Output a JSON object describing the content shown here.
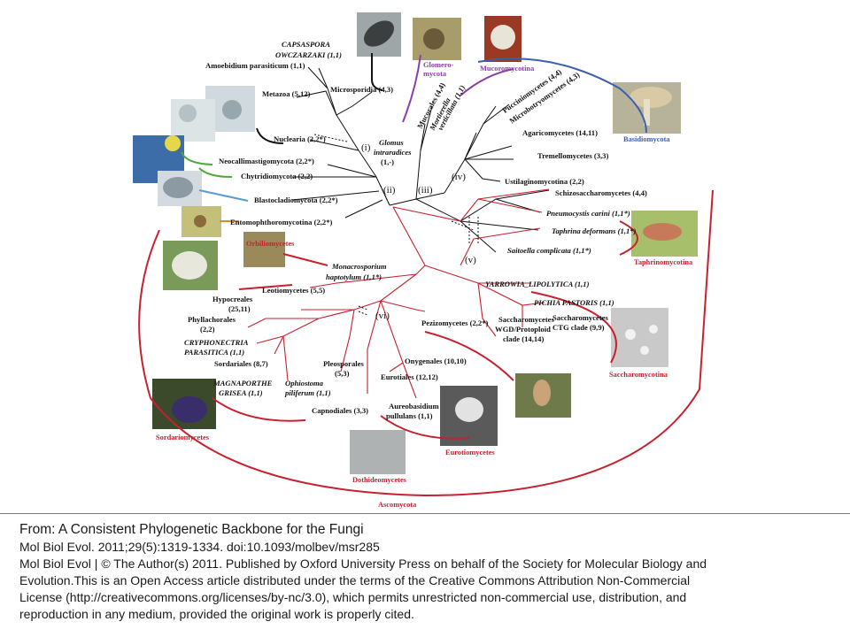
{
  "colors": {
    "ascomycota": "#c8202e",
    "basidiomycota": "#3a5fae",
    "mucoromycotina": "#8a3fa8",
    "glomeromycota": "#8a3fa8",
    "chytrid_green": "#4caa3a",
    "blastoclado_blue": "#5a9bd0",
    "entomo_orange": "#e08a2a",
    "black": "#111111"
  },
  "groups": {
    "glomeromycota": "Glomero-\nmycota",
    "mucoromycotina": "Mucoromycotina",
    "basidiomycota": "Basidiomycota",
    "taphrinomycotina": "Taphrinomycotina",
    "saccharomycotina": "Saccharomycotina",
    "orbiliomycetes": "Orbiliomycetes",
    "sordariomycetes": "Sordariomycetes",
    "dothideomycetes": "Dothideomycetes",
    "eurotiomycetes": "Eurotiomycetes",
    "ascomycota": "Ascomycota"
  },
  "taxa": {
    "capsaspora": "CAPSASPORA",
    "owczarzaki": "OWCZARZAKI (1,1)",
    "amoebidium": "Amoebidium parasiticum (1,1)",
    "metazoa": "Metazoa (5,12)",
    "microsporidia": "Microsporidia (4,3)",
    "nuclearia": "Nuclearia (2,2*)",
    "neocallimastigomycota": "Neocallimastigomycota (2,2*)",
    "chytridiomycota": "Chytridiomycota (2,2)",
    "blastocladiomycota": "Blastocladiomycota (2,2*)",
    "entomophthoromycotina": "Entomophthoromycotina (2,2*)",
    "glomus": "Glomus",
    "intraradices": "intraradices",
    "glomus_counts": "(1,-)",
    "mucorales": "Mucorales (4,4)",
    "mortierella": "Mortierella",
    "verticillata": "verticillata (1,1)",
    "pucciniomycetes": "Pucciniomycetes (4,4)",
    "microbotryomycetes": "Microbotryomycetes (4,3)",
    "agaricomycetes": "Agaricomycetes (14,11)",
    "tremellomycetes": "Tremellomycetes (3,3)",
    "ustilaginomycotina": "Ustilaginomycotina (2,2)",
    "schizosaccharomycetes": "Schizosaccharomycetes (4,4)",
    "pneumocystis": "Pneumocystis carini (1,1*)",
    "taphrina": "Taphrina deformans (1,1*)",
    "saitoella": "Saitoella complicata (1,1*)",
    "yarrowia": "YARROWIA_LIPOLYTICA (1,1)",
    "pichia": "PICHIA PASTORIS (1,1)",
    "sacch_ctg_1": "Saccharomycetes",
    "sacch_ctg_2": "CTG clade (9,9)",
    "sacch_wgd_1": "Saccharomycetes",
    "sacch_wgd_2": "WGD/Protoploid",
    "sacch_wgd_3": "clade (14,14)",
    "monacrosporium": "Monacrosporium",
    "haptotylum": "haptotylum (1,1*)",
    "leotiomycetes": "Leotiomycetes (5,5)",
    "hypocreales_1": "Hypocreales",
    "hypocreales_2": "(25,11)",
    "phyllachorales_1": "Phyllachorales",
    "phyllachorales_2": "(2,2)",
    "cryphonectria_1": "CRYPHONECTRIA",
    "cryphonectria_2": "PARASITICA (1,1)",
    "sordariales": "Sordariales (8,7)",
    "magnaporthe_1": "MAGNAPORTHE",
    "magnaporthe_2": "GRISEA (1,1)",
    "ophiostoma_1": "Ophiostoma",
    "ophiostoma_2": "piliferum (1,1)",
    "pleosporales_1": "Pleosporales",
    "pleosporales_2": "(5,3)",
    "capnodiales": "Capnodiales (3,3)",
    "aureobasidium_1": "Aureobasidium",
    "aureobasidium_2": "pullulans (1,1)",
    "eurotiales": "Eurotiales (12,12)",
    "onygenales": "Onygenales (10,10)",
    "pezizomycetes": "Pezizomycetes (2,2*)"
  },
  "clades": {
    "i": "(i)",
    "ii": "(ii)",
    "iii": "(iii)",
    "iv": "(iv)",
    "v": "(v)",
    "vi": "(vi)"
  },
  "caption": {
    "title": "From: A Consistent Phylogenetic Backbone for the Fungi",
    "citation": "Mol Biol Evol. 2011;29(5):1319-1334. doi:10.1093/molbev/msr285",
    "license_1": "Mol Biol Evol | © The Author(s)  2011. Published by Oxford University Press on behalf of the Society for Molecular Biology and",
    "license_2": "Evolution.This  is an Open Access article distributed under the terms of the Creative Commons Attribution Non-Commercial",
    "license_3": "License (http://creativecommons.org/licenses/by-nc/3.0),  which permits unrestricted non-commercial use, distribution, and",
    "license_4": "reproduction in any medium, provided the original work is properly cited."
  }
}
